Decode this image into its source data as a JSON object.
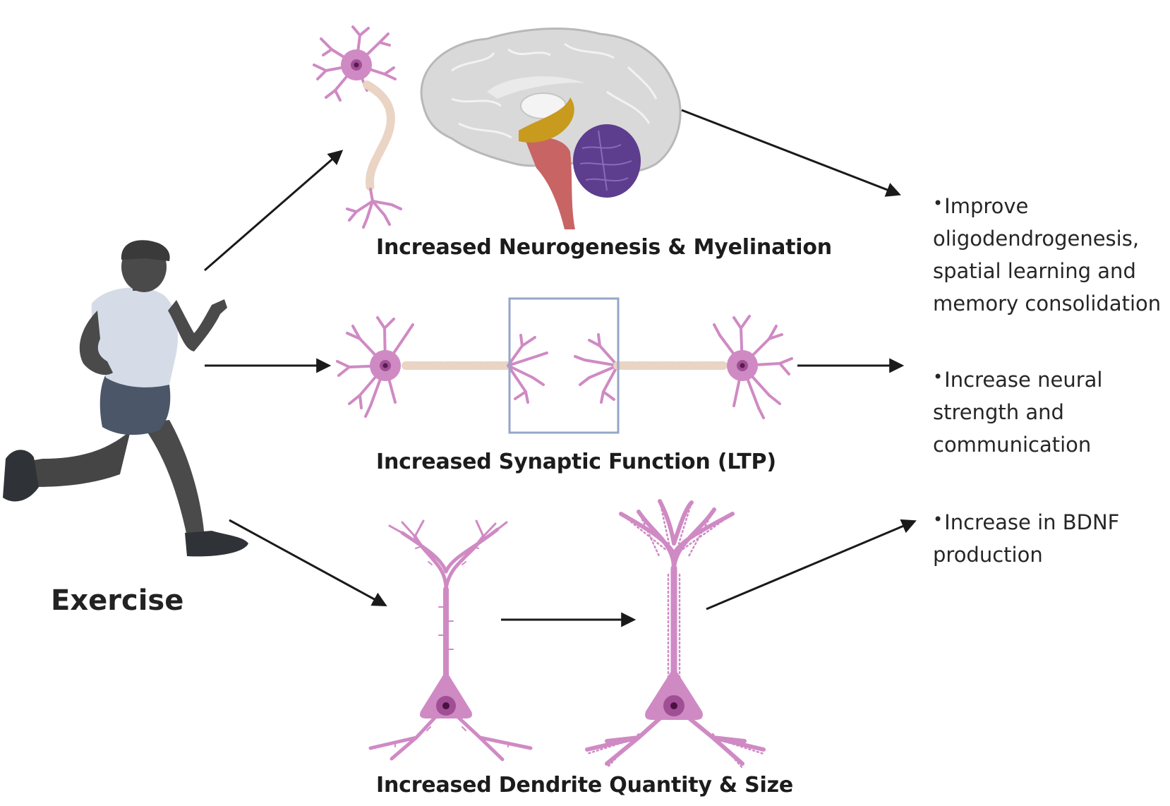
{
  "labels": {
    "exercise": "Exercise",
    "neurogenesis": "Increased Neurogenesis & Myelination",
    "synaptic": "Increased Synaptic Function (LTP)",
    "dendrite": "Increased Dendrite Quantity & Size"
  },
  "outcomes": [
    {
      "bullet": "•",
      "text": "Improve oligodendrogenesis, spatial learning and memory consolidation"
    },
    {
      "bullet": "•",
      "text": "Increase neural strength and communication"
    },
    {
      "bullet": "•",
      "text": "Increase in BDNF production"
    }
  ],
  "colors": {
    "neuron": "#cf8ac4",
    "neuron_nucleus": "#8b2a7a",
    "myelin": "#ead4c4",
    "brain_gray": "#d9d9d9",
    "brainstem": "#c86464",
    "cerebellum": "#5d3d8e",
    "thalamus_gold": "#c89a1e",
    "runner_shirt": "#d5dce8",
    "runner_shorts": "#4b5768",
    "runner_skin": "#4a4a4a",
    "synapse_box": "#95a6c8",
    "arrow": "#1a1a1a"
  }
}
